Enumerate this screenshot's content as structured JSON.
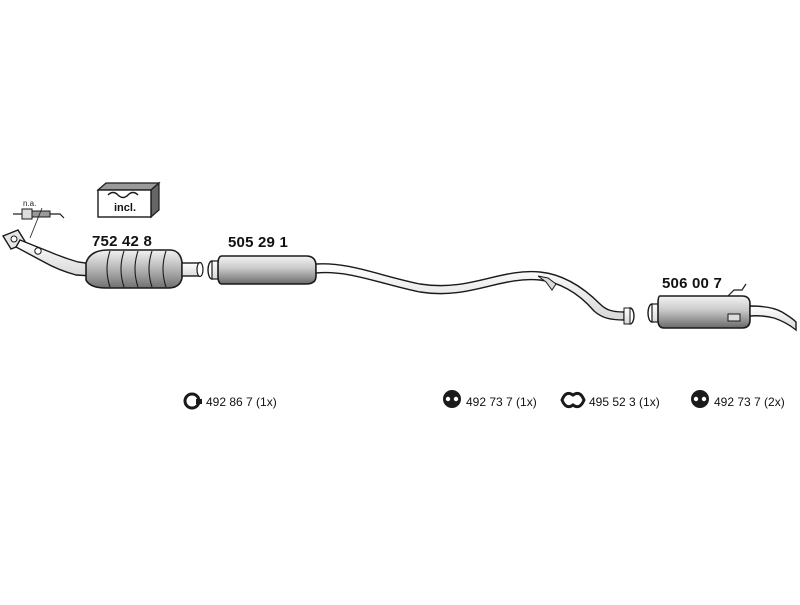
{
  "parts": {
    "catalytic_converter": {
      "number": "752 42 8"
    },
    "front_silencer": {
      "number": "505 29 1"
    },
    "rear_silencer": {
      "number": "506 00 7"
    },
    "sensor_note": "n.a.",
    "kit_included": "incl."
  },
  "accessories": [
    {
      "icon": "clamp-ring-icon",
      "label": "492 86 7 (1x)"
    },
    {
      "icon": "rubber-mount-icon",
      "label": "492 73 7 (1x)"
    },
    {
      "icon": "gasket-ring-icon",
      "label": "495 52 3 (1x)"
    },
    {
      "icon": "rubber-mount-icon",
      "label": "492 73 7 (2x)"
    }
  ],
  "colors": {
    "line": "#1a1a1a",
    "fill_light": "#eeeeee",
    "fill_mid": "#b9b9b9",
    "fill_dark": "#6f6f6f"
  }
}
